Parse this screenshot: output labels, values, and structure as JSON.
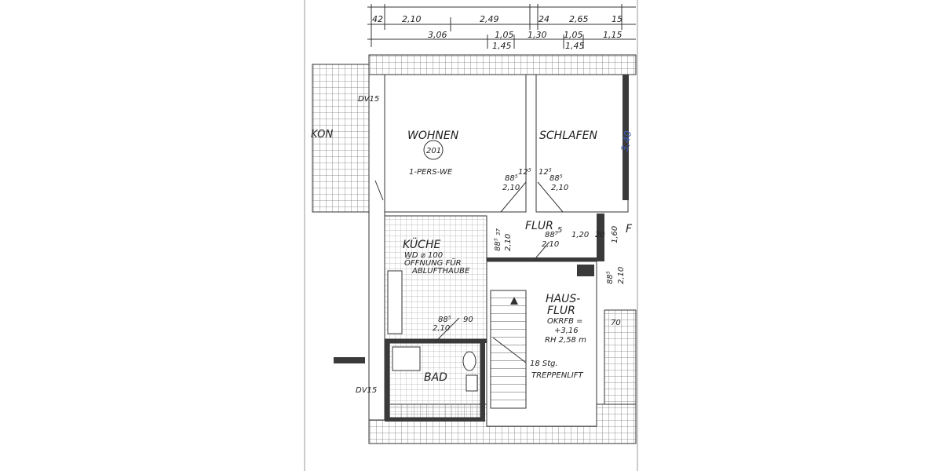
{
  "plan": {
    "top_dimensions": {
      "row1": [
        "42",
        "2,10",
        "2,49",
        "24",
        "2,65",
        "15"
      ],
      "row2": [
        "3,06",
        "1,05",
        "1,30",
        "1,05",
        "1,15"
      ],
      "row3": [
        "1,45",
        "1,45"
      ]
    },
    "rooms": {
      "balcony": {
        "label": "KON",
        "dv": "DV15"
      },
      "wohnen": {
        "label": "WOHNEN",
        "unit_number": "201",
        "unit_type": "1-PERS-WE",
        "door_w": "88⁵",
        "door_h": "2,10",
        "reveal": "12⁵"
      },
      "schlafen": {
        "label": "SCHLAFEN",
        "handwritten_dim": "3,40",
        "door_w": "88⁵",
        "door_h": "2,10",
        "reveal": "12⁵"
      },
      "flur": {
        "label": "FLUR",
        "sub": "5",
        "door_w": "88⁵",
        "door_h": "2,10",
        "dim_a": "1,20",
        "dim_b": "20",
        "dim_c": "1,60",
        "side_door_w": "88⁵",
        "side_door_h": "2,10",
        "small": "37"
      },
      "kueche": {
        "label": "KÜCHE",
        "note1": "WD ⌀ 100",
        "note2": "ÖFFNUNG FÜR",
        "note3": "ABLUFTHAUBE",
        "door_w": "88⁵",
        "door_h": "2,10",
        "dim": "90"
      },
      "bad": {
        "label": "BAD",
        "dv": "DV15"
      },
      "hausflur": {
        "label1": "HAUS-",
        "label2": "FLUR",
        "okrfb": "OKRFB =",
        "level": "+3,16",
        "rh": "RH 2,58 m",
        "stairs": "18 Stg.",
        "lift": "TREPPENLIFT",
        "side_door_w": "88⁵",
        "side_door_h": "2,10"
      },
      "right": {
        "label": "F",
        "dim": "70"
      }
    }
  }
}
